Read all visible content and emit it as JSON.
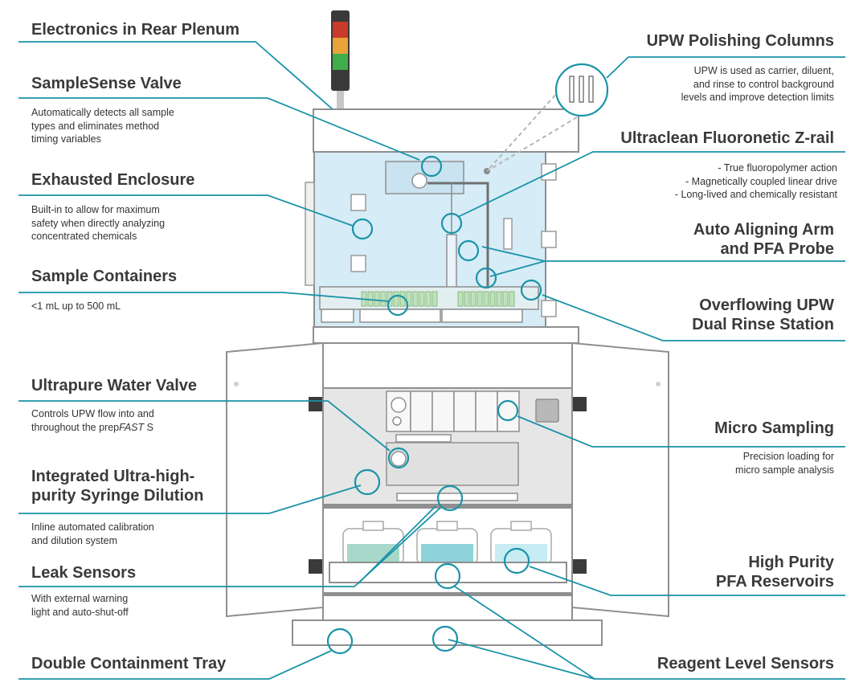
{
  "colors": {
    "teal": "#1a93a8",
    "steel": "#8f8f8f",
    "enclosure": "#d6ecf7",
    "panel": "#e6e6e6"
  },
  "labels": {
    "rear_plenum": {
      "title": "Electronics in Rear Plenum"
    },
    "samplesense": {
      "title": "SampleSense Valve",
      "desc": "Automatically detects all sample\ntypes and eliminates method\ntiming variables"
    },
    "exhausted": {
      "title": "Exhausted Enclosure",
      "desc": "Built-in to allow for maximum\nsafety when directly analyzing\nconcentrated chemicals"
    },
    "containers": {
      "title": "Sample Containers",
      "desc": "<1 mL up to 500 mL"
    },
    "upw_valve": {
      "title": "Ultrapure Water Valve",
      "desc_prefix": "Controls UPW flow into and\nthroughout the prep",
      "desc_italic": "FAST",
      "desc_suffix": " S"
    },
    "syringe": {
      "title": "Integrated Ultra-high-\npurity Syringe Dilution",
      "desc": "Inline automated calibration\nand dilution system"
    },
    "leak": {
      "title": "Leak Sensors",
      "desc": "With external warning\nlight and auto-shut-off"
    },
    "tray": {
      "title": "Double Containment Tray"
    },
    "polishing": {
      "title": "UPW Polishing Columns",
      "desc": "UPW is used as carrier, diluent,\nand rinse to control background\nlevels and improve detection limits"
    },
    "zrail": {
      "title": "Ultraclean Fluoronetic Z-rail",
      "desc": "- True fluoropolymer action\n- Magnetically coupled linear drive\n- Long-lived and chemically resistant"
    },
    "arm": {
      "title": "Auto Aligning Arm\nand PFA Probe"
    },
    "rinse": {
      "title": "Overflowing UPW\nDual Rinse Station"
    },
    "micro": {
      "title": "Micro Sampling",
      "desc": "Precision loading for\nmicro sample analysis"
    },
    "reservoirs": {
      "title": "High Purity\nPFA Reservoirs"
    },
    "reagent": {
      "title": "Reagent Level Sensors"
    }
  }
}
